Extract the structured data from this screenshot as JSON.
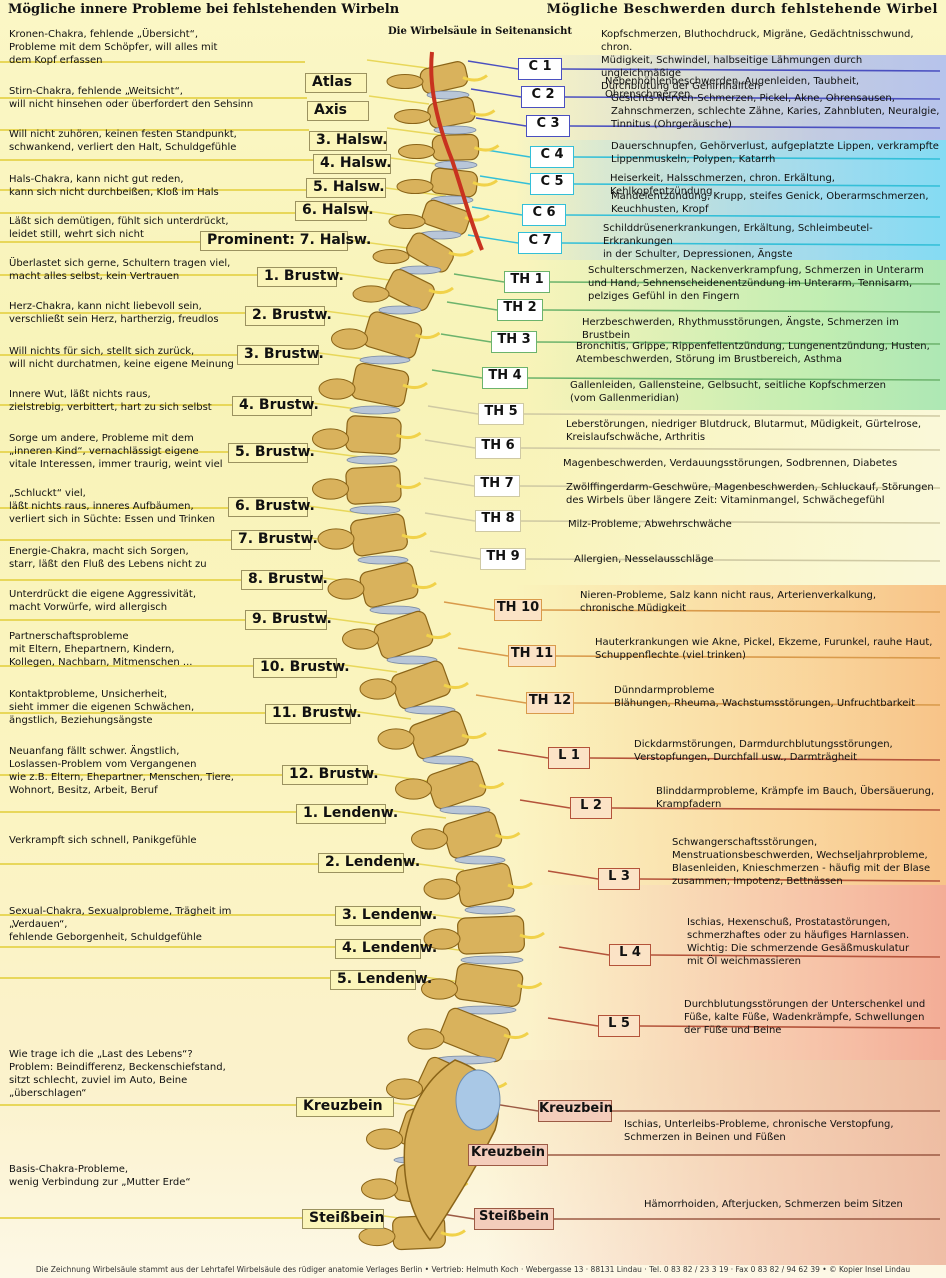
{
  "header": {
    "left": "Mögliche innere Probleme bei fehlstehenden Wirbeln",
    "center": "Die Wirbelsäule in Seitenansicht",
    "right": "Mögliche Beschwerden durch fehlstehende Wirbel"
  },
  "left_problems": [
    "Kronen-Chakra, fehlende „Übersicht“,\nProbleme mit dem Schöpfer, will alles mit\ndem Kopf erfassen",
    "Stirn-Chakra, fehlende „Weitsicht“,\nwill nicht hinsehen oder überfordert den Sehsinn",
    "Will nicht zuhören, keinen festen Standpunkt,\nschwankend, verliert den Halt, Schuldgefühle",
    "Hals-Chakra, kann nicht gut reden,\nkann sich nicht durchbeißen, Kloß im Hals",
    "Läßt sich demütigen, fühlt sich unterdrückt,\nleidet still, wehrt sich nicht",
    "Überlastet sich gerne, Schultern tragen viel,\nmacht alles selbst, kein Vertrauen",
    "Herz-Chakra, kann nicht liebevoll sein,\nverschließt sein Herz, hartherzig, freudlos",
    "Will nichts für sich, stellt sich zurück,\nwill nicht durchatmen, keine eigene Meinung",
    "Innere Wut, läßt nichts raus,\nzielstrebig, verbittert, hart zu sich selbst",
    "Sorge um andere, Probleme mit dem\n„inneren Kind“, vernachlässigt eigene\nvitale Interessen, immer traurig, weint viel",
    "„Schluckt“ viel,\nläßt nichts raus, inneres Aufbäumen,\nverliert sich in Süchte: Essen und Trinken",
    "Energie-Chakra, macht sich Sorgen,\nstarr, läßt den Fluß des Lebens nicht zu",
    "Unterdrückt die eigene Aggressivität,\nmacht Vorwürfe, wird allergisch",
    "Partnerschaftsprobleme\nmit Eltern, Ehepartnern, Kindern,\nKollegen, Nachbarn, Mitmenschen ...",
    "Kontaktprobleme, Unsicherheit,\nsieht immer die eigenen Schwächen,\nängstlich, Beziehungsängste",
    "Neuanfang fällt schwer. Ängstlich,\nLoslassen-Problem vom Vergangenen\nwie z.B. Eltern, Ehepartner, Menschen, Tiere,\nWohnort, Besitz, Arbeit, Beruf",
    "Verkrampft sich schnell, Panikgefühle",
    "Sexual-Chakra, Sexualprobleme, Trägheit im „Verdauen“,\nfehlende Geborgenheit, Schuldgefühle",
    "Wie trage ich die „Last des Lebens“?\nProblem: Beindifferenz, Beckenschiefstand,\nsitzt schlecht, zuviel im Auto, Beine „überschlagen“",
    "Basis-Chakra-Probleme,\nwenig Verbindung zur „Mutter Erde“"
  ],
  "vertebra_labels": [
    "Atlas",
    "Axis",
    "3. Halsw.",
    "4. Halsw.",
    "5. Halsw.",
    "6. Halsw.",
    "Prominent: 7. Halsw.",
    "1. Brustw.",
    "2. Brustw.",
    "3. Brustw.",
    "4. Brustw.",
    "5. Brustw.",
    "6. Brustw.",
    "7. Brustw.",
    "8. Brustw.",
    "9. Brustw.",
    "10. Brustw.",
    "11. Brustw.",
    "12. Brustw.",
    "1. Lendenw.",
    "2. Lendenw.",
    "3. Lendenw.",
    "4. Lendenw.",
    "5. Lendenw.",
    "Kreuzbein",
    "Steißbein"
  ],
  "segment_labels": [
    "C 1",
    "C 2",
    "C 3",
    "C 4",
    "C 5",
    "C 6",
    "C 7",
    "TH 1",
    "TH 2",
    "TH 3",
    "TH 4",
    "TH 5",
    "TH 6",
    "TH 7",
    "TH 8",
    "TH 9",
    "TH 10",
    "TH 11",
    "TH 12",
    "L 1",
    "L 2",
    "L 3",
    "L 4",
    "L 5",
    "Kreuzbein",
    "Kreuzbein",
    "Steißbein"
  ],
  "right_complaints": [
    "Kopfschmerzen, Bluthochdruck, Migräne, Gedächtnisschwund, chron.\nMüdigkeit, Schwindel, halbseitige Lähmungen durch ungleichmäßige\nDurchblutung der Gehirnhälften",
    "Nebenhöhlenbeschwerden, Augenleiden, Taubheit, Ohrenschmerzen",
    "Gesichts-Nerven-Schmerzen, Pickel, Akne, Ohrensausen,\nZahnschmerzen, schlechte Zähne, Karies, Zahnbluten, Neuralgie,\nTinnitus (Ohrgeräusche)",
    "Dauerschnupfen, Gehörverlust, aufgeplatzte Lippen, verkrampfte\nLippenmuskeln, Polypen, Katarrh",
    "Heiserkeit, Halsschmerzen, chron. Erkältung, Kehlkopfentzündung",
    "Mandelentzündung, Krupp, steifes Genick, Oberarmschmerzen,\nKeuchhusten, Kropf",
    "Schilddrüsenerkrankungen, Erkältung, Schleimbeutel-Erkrankungen\nin der Schulter, Depressionen, Ängste",
    "Schulterschmerzen, Nackenverkrampfung, Schmerzen in Unterarm\nund Hand, Sehnenscheidenentzündung im Unterarm, Tennisarm,\npelziges Gefühl in den Fingern",
    "Herzbeschwerden, Rhythmusstörungen, Ängste, Schmerzen im Brustbein",
    "Bronchitis, Grippe, Rippenfellentzündung, Lungenentzündung, Husten,\nAtembeschwerden, Störung im Brustbereich, Asthma",
    "Gallenleiden, Gallensteine, Gelbsucht, seitliche Kopfschmerzen\n(vom Gallenmeridian)",
    "Leberstörungen, niedriger Blutdruck, Blutarmut, Müdigkeit, Gürtelrose,\nKreislaufschwäche, Arthritis",
    "Magenbeschwerden, Verdauungsstörungen, Sodbrennen, Diabetes",
    "Zwölffingerdarm-Geschwüre, Magenbeschwerden, Schluckauf, Störungen\ndes Wirbels über längere Zeit: Vitaminmangel, Schwächegefühl",
    "Milz-Probleme, Abwehrschwäche",
    "Allergien, Nesselausschläge",
    "Nieren-Probleme, Salz kann nicht raus, Arterienverkalkung,\nchronische Müdigkeit",
    "Hauterkrankungen wie Akne, Pickel, Ekzeme, Furunkel, rauhe Haut,\nSchuppenflechte (viel trinken)",
    "Dünndarmprobleme\nBlähungen, Rheuma, Wachstumsstörungen, Unfruchtbarkeit",
    "Dickdarmstörungen, Darmdurchblutungsstörungen,\nVerstopfungen, Durchfall usw., Darmträgheit",
    "Blinddarmprobleme, Krämpfe im Bauch, Übersäuerung,\nKrampfadern",
    "Schwangerschaftsstörungen,\nMenstruationsbeschwerden, Wechseljahrprobleme,\nBlasenleiden, Knieschmerzen - häufig mit der Blase\nzusammen, Impotenz, Bettnässen",
    "Ischias, Hexenschuß, Prostatastörungen,\nschmerzhaftes oder zu häufiges Harnlassen.\nWichtig: Die schmerzende Gesäßmuskulatur\nmit Öl weichmassieren",
    "Durchblutungsstörungen der Unterschenkel und\nFüße, kalte Füße, Wadenkrämpfe, Schwellungen\nder Füße und Beine",
    "Ischias, Unterleibs-Probleme, chronische Verstopfung,\nSchmerzen in Beinen und Füßen",
    "Hämorrhoiden, Afterjucken, Schmerzen beim Sitzen"
  ],
  "footer": "Die Zeichnung Wirbelsäule stammt aus der Lehrtafel Wirbelsäule des rüdiger anatomie Verlages Berlin  •  Vertrieb: Helmuth Koch · Webergasse 13 · 88131 Lindau · Tel. 0 83 82 / 23 3 19 · Fax 0 83 82 / 94 62 39  •  © Kopier Insel Lindau",
  "colors": {
    "bone": "#d9b25c",
    "bone_dark": "#8a6418",
    "disc": "#b8c6d8",
    "nerve": "#f1d24a",
    "artery": "#c8321f",
    "leader_left": "#e8d75a",
    "cervical": "#4a4fc0",
    "cervical_lower": "#33bfd8",
    "thoracic_upper": "#6cb36c",
    "thoracic_mid": "#cfc9a3",
    "thoracic_lower": "#d99a4b",
    "lumbar": "#b4533a",
    "sacrum": "#9c5a44"
  }
}
